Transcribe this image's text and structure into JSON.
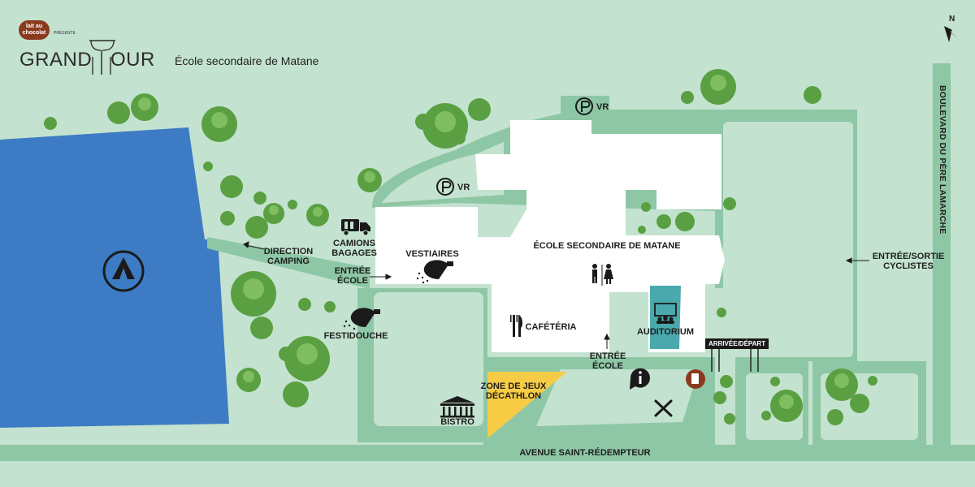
{
  "header": {
    "sponsor_line1": "lait au",
    "sponsor_line2": "chocolat",
    "presente": "PRÉSENTE",
    "brand_left": "GRAND",
    "brand_right": "OUR",
    "subtitle": "École secondaire de Matane"
  },
  "compass": {
    "label": "N"
  },
  "labels": {
    "building": "ÉCOLE SECONDAIRE DE MATANE",
    "vestiaires": "VESTIAIRES",
    "camions_1": "CAMIONS",
    "camions_2": "BAGAGES",
    "direction_1": "DIRECTION",
    "direction_2": "CAMPING",
    "entree_ecole_w_1": "ENTRÉE",
    "entree_ecole_w_2": "ÉCOLE",
    "festidouche": "FESTIDOUCHE",
    "cafeteria": "CAFÉTÉRIA",
    "auditorium": "AUDITORIUM",
    "entree_ecole_s_1": "ENTRÉE",
    "entree_ecole_s_2": "ÉCOLE",
    "zone_1": "ZONE DE JEUX",
    "zone_2": "DÉCATHLON",
    "bistro": "BISTRO",
    "avenue": "AVENUE SAINT-RÉDEMPTEUR",
    "boulevard": "BOULEVARD DU PÈRE LAMARCHE",
    "cyclistes_1": "ENTRÉE/SORTIE",
    "cyclistes_2": "CYCLISTES",
    "arrivee": "ARRIVÉE/DÉPART",
    "parking_1": "VR",
    "parking_2": "VR"
  },
  "colors": {
    "grass": "#c3e2cf",
    "paths": "#8ec7a6",
    "lake": "#3d7cc4",
    "building": "#ffffff",
    "auditorium": "#4aa9ad",
    "game_zone": "#f6cc45",
    "tree": "#5aa042",
    "info_badge": "#8b3a1e"
  },
  "icons": [
    "camping-icon",
    "truck-icon",
    "shower-icon",
    "restroom-icon",
    "cutlery-icon",
    "presentation-icon",
    "info-icon",
    "water-icon",
    "repair-icon",
    "bistro-icon",
    "parking-icon",
    "compass-icon"
  ]
}
